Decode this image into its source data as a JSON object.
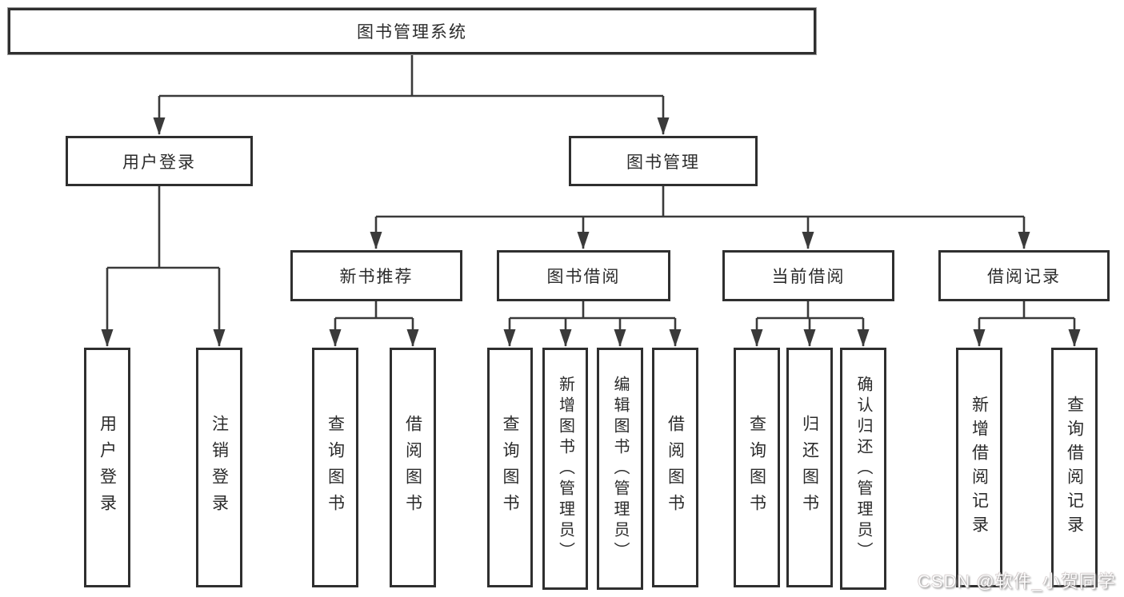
{
  "diagram": {
    "title": "图书管理系统",
    "root": {
      "label": "图书管理系统"
    },
    "level2": {
      "user_login": {
        "label": "用户登录"
      },
      "book_mgmt": {
        "label": "图书管理"
      }
    },
    "level3": {
      "new_book_recommend": {
        "label": "新书推荐"
      },
      "book_borrow": {
        "label": "图书借阅"
      },
      "current_borrow": {
        "label": "当前借阅"
      },
      "borrow_records": {
        "label": "借阅记录"
      }
    },
    "leaves": {
      "user_login": "用户登录",
      "logout": "注销登录",
      "rec_query_book": "查询图书",
      "rec_borrow_book": "借阅图书",
      "bor_query_book": "查询图书",
      "bor_add_book_admin": "新增图书（管理员）",
      "bor_edit_book_admin": "编辑图书（管理员）",
      "bor_borrow_book": "借阅图书",
      "cur_query_book": "查询图书",
      "cur_return_book": "归还图书",
      "cur_confirm_return_admin": "确认归还（管理员）",
      "records_add": "新增借阅记录",
      "records_query": "查询借阅记录"
    },
    "colors": {
      "line": "#3a3a3a",
      "box_border": "#2f2f2f",
      "text": "#2b2b2b",
      "background": "#ffffff"
    }
  },
  "watermark": {
    "text": "CSDN @软件_小贺同学"
  }
}
